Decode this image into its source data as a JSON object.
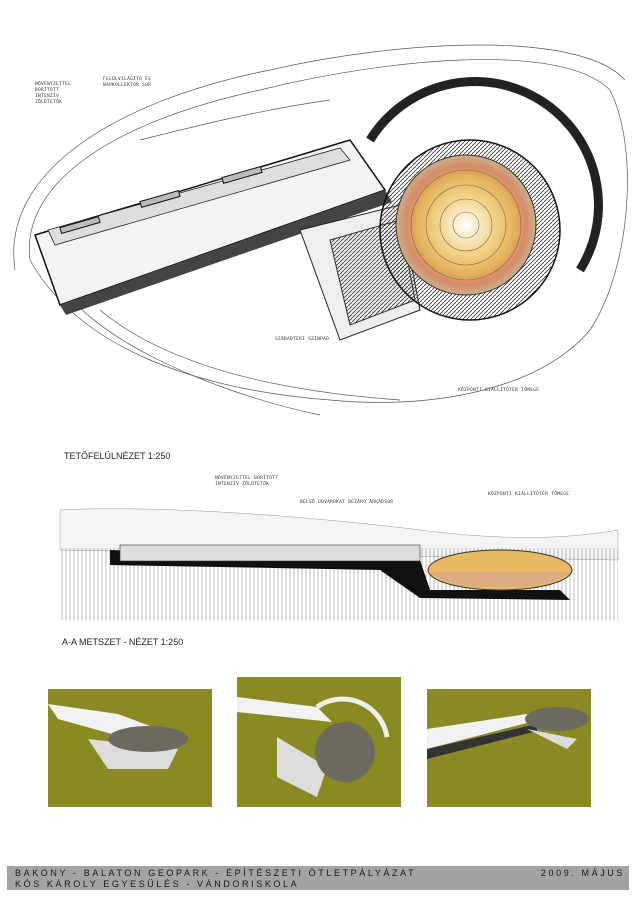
{
  "plan": {
    "caption": "TETŐFELÜLNÉZET  1:250",
    "notes": [
      "NÖVÉNYZETTEL BORÍTOTT INTENZÍV ZÖLDTETŐK",
      "FELÜLVILÁGÍTÓ ÉS NAPKOLLEKTOR SOR",
      "SZABADTÉRI SZÍNPAD",
      "KÖZPONTI KIÁLLÍTÓTÉR TÖMEGE"
    ]
  },
  "section": {
    "caption": "A-A METSZET - NÉZET  1:250",
    "notes": [
      "NÖVÉNYZETTEL BORÍTOTT INTENZÍV ZÖLDTETŐK",
      "BELSŐ UDVAROKAT BEZÁRÓ ÁRKÁDSOR",
      "KÖZPONTI KIÁLLÍTÓTÉR TÖMEGE"
    ]
  },
  "footer": {
    "line1": "BAKONY - BALATON GEOPARK - ÉPÍTÉSZETI ÖTLETPÁLYÁZAT",
    "line2": "KÓS KÁROLY EGYESÜLÉS - VÁNDORISKOLA",
    "date": "2009. MÁJUS"
  },
  "colors": {
    "grass": "#8a8a22",
    "dome": "#6e6a60",
    "footer": "#a3a3a3"
  }
}
